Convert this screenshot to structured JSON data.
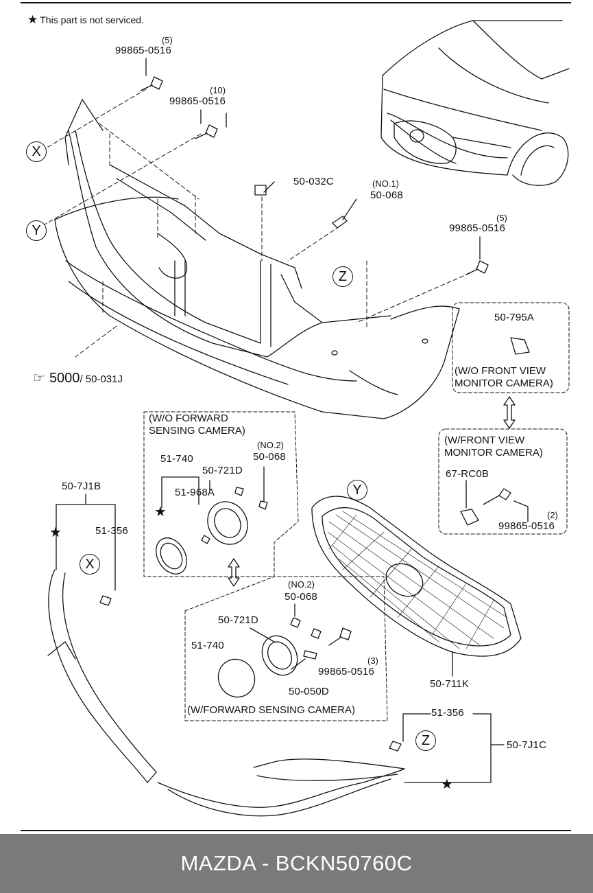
{
  "note": {
    "star": "★",
    "text": "This part is not serviced."
  },
  "reference": {
    "symbol": "☞",
    "main": "5000",
    "sub": "/ 50-031J"
  },
  "callouts": {
    "x": "X",
    "y": "Y",
    "z": "Z"
  },
  "labels": {
    "bolt_top_1": "99865-0516",
    "bolt_top_1_qty": "(5)",
    "bolt_top_2": "99865-0516",
    "bolt_top_2_qty": "(10)",
    "clip_032c": "50-032C",
    "clip_068_no1": "50-068",
    "clip_068_no1_qty": "(NO.1)",
    "bolt_right": "99865-0516",
    "bolt_right_qty": "(5)",
    "camera_bracket": "50-795A",
    "camera_bracket_box": "(W/O FRONT VIEW\nMONITOR CAMERA)",
    "front_view_box": "(W/FRONT VIEW\nMONITOR CAMERA)",
    "rc0b": "67-RC0B",
    "bolt_camera": "99865-0516",
    "bolt_camera_qty": "(2)",
    "wo_forward_box": "(W/O FORWARD\nSENSING CAMERA)",
    "emblem_740_a": "51-740",
    "ornament_721d_a": "50-721D",
    "clip_068_no2_a": "50-068",
    "clip_068_no2_a_qty": "(NO.2)",
    "nut_968a": "51-968A",
    "lower_left": "50-7J1B",
    "clip_356_left": "51-356",
    "clip_068_no2_b": "50-068",
    "clip_068_no2_b_qty": "(NO.2)",
    "ornament_721d_b": "50-721D",
    "emblem_740_b": "51-740",
    "bolt_sensing": "99865-0516",
    "bolt_sensing_qty": "(3)",
    "bracket_050d": "50-050D",
    "w_forward_box": "(W/FORWARD SENSING CAMERA)",
    "grille": "50-711K",
    "clip_356_right": "51-356",
    "lower_right": "50-7J1C"
  },
  "footer": {
    "text": "MAZDA - BCKN50760C"
  }
}
